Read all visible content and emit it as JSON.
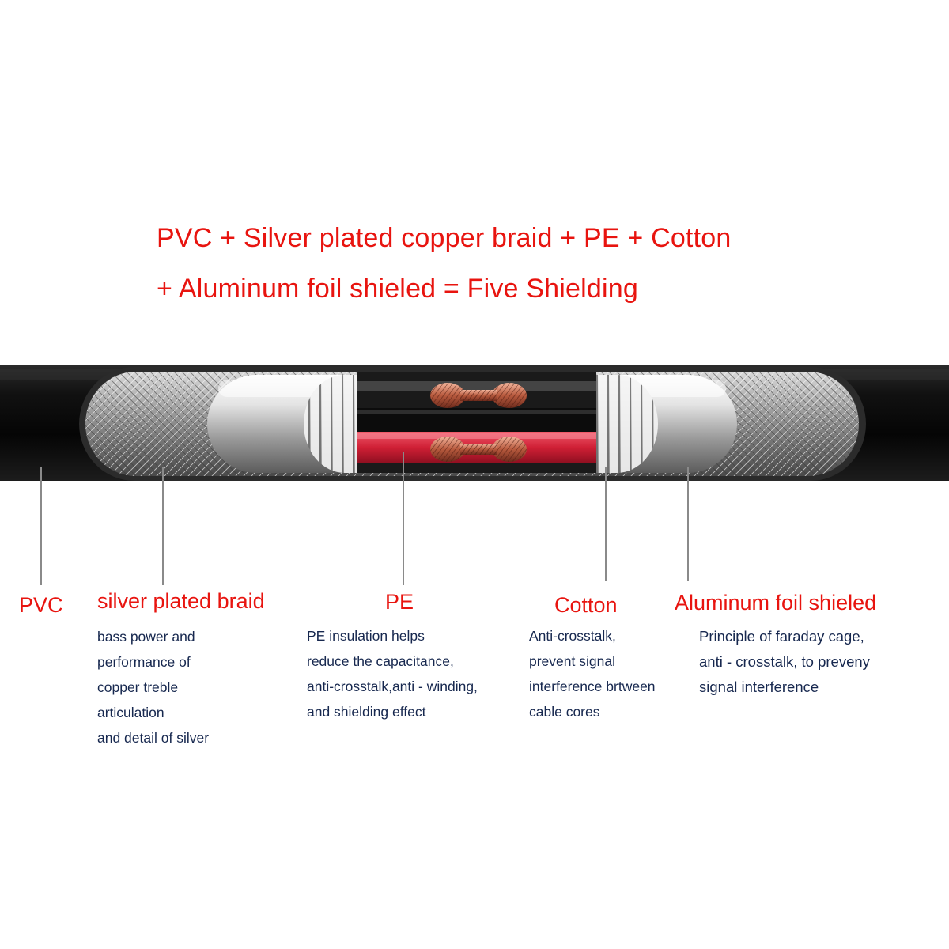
{
  "headline": {
    "line1": "PVC + Silver plated copper braid + PE + Cotton",
    "line2": "+ Aluminum foil shieled = Five Shielding"
  },
  "colors": {
    "accent_red": "#e8140f",
    "description_navy": "#17284f",
    "jacket_black": "#111111",
    "leader_gray": "#8a8a8a"
  },
  "layers": [
    {
      "id": "pvc",
      "title": "PVC",
      "description": []
    },
    {
      "id": "braid",
      "title": "silver plated braid",
      "description": [
        "bass power and",
        "performance of",
        "copper treble",
        "articulation",
        "and detail of silver"
      ]
    },
    {
      "id": "pe",
      "title": "PE",
      "description": [
        "PE insulation helps",
        "reduce the capacitance,",
        "anti-crosstalk,anti - winding,",
        "and shielding effect"
      ]
    },
    {
      "id": "cotton",
      "title": "Cotton",
      "description": [
        "Anti-crosstalk,",
        "prevent signal",
        "interference brtween",
        "cable cores"
      ]
    },
    {
      "id": "foil",
      "title": "Aluminum foil shieled",
      "description": [
        "Principle of faraday cage,",
        "anti - crosstalk, to preveny",
        "signal interference"
      ]
    }
  ]
}
